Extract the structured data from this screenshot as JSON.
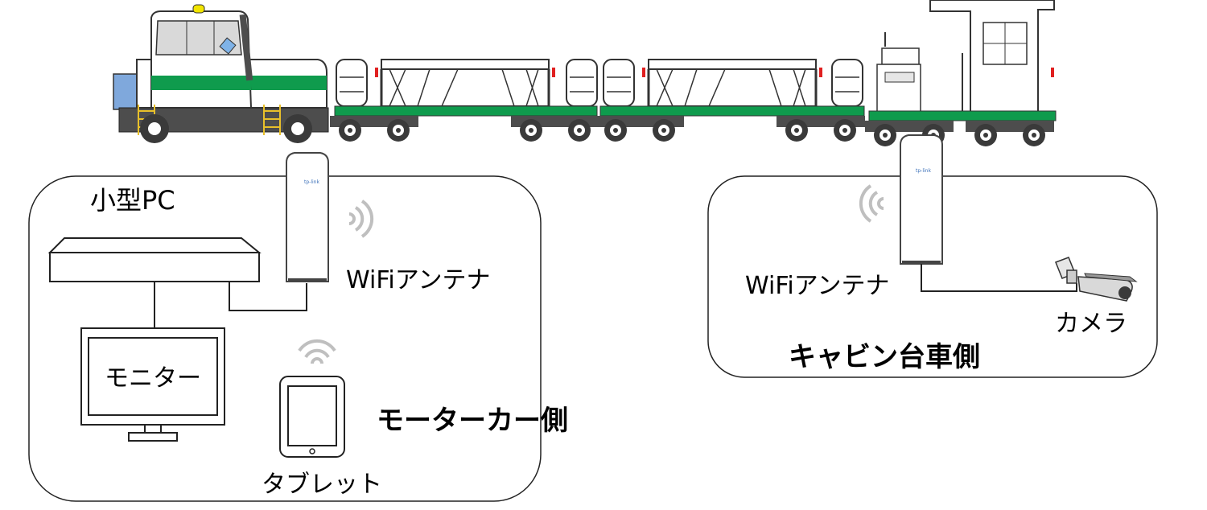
{
  "labels": {
    "small_pc": "小型PC",
    "wifi_antenna_left": "WiFiアンテナ",
    "monitor": "モニター",
    "tablet": "タブレット",
    "motor_car_side": "モーターカー側",
    "wifi_antenna_right": "WiFiアンテナ",
    "camera": "カメラ",
    "cabin_car_side": "キャビン台車側"
  },
  "antenna_brand": "tp-link",
  "colors": {
    "accent_green": "#0f9b4d",
    "locomotive_gray": "#4d4d4d",
    "ladder_yellow": "#e8c02a",
    "beacon_yellow": "#f2e500",
    "blue_box": "#7fa8dc",
    "wifi_gray": "#bfbfbf",
    "red_marker": "#e02020"
  },
  "icons": {
    "locomotive": "motor-car-icon",
    "flatcar": "flatcar-icon",
    "cabin_car": "cabin-car-icon",
    "antenna": "outdoor-cpe-antenna-icon",
    "pc": "mini-pc-icon",
    "monitor": "monitor-icon",
    "tablet": "tablet-icon",
    "camera": "security-camera-icon",
    "wifi": "wifi-signal-icon"
  }
}
